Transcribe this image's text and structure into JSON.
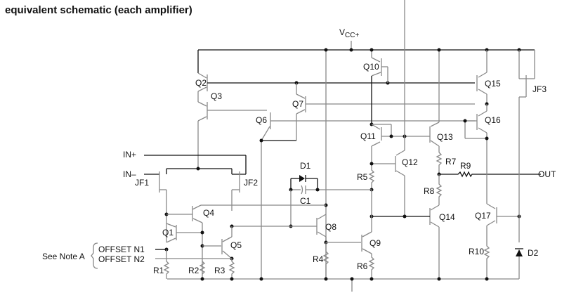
{
  "title": "equivalent schematic (each amplifier)",
  "supply": {
    "vcc": "V",
    "vcc_sub": "CC+"
  },
  "pins": {
    "in_plus": "IN+",
    "in_minus": "IN–",
    "out": "OUT",
    "offset_n1": "OFFSET N1",
    "offset_n2": "OFFSET N2",
    "note": "See Note A"
  },
  "transistors": {
    "q1": "Q1",
    "q2": "Q2",
    "q3": "Q3",
    "q4": "Q4",
    "q5": "Q5",
    "q6": "Q6",
    "q7": "Q7",
    "q8": "Q8",
    "q9": "Q9",
    "q10": "Q10",
    "q11": "Q11",
    "q12": "Q12",
    "q13": "Q13",
    "q14": "Q14",
    "q15": "Q15",
    "q16": "Q16",
    "q17": "Q17"
  },
  "jfets": {
    "jf1": "JF1",
    "jf2": "JF2",
    "jf3": "JF3"
  },
  "resistors": {
    "r1": "R1",
    "r2": "R2",
    "r3": "R3",
    "r4": "R4",
    "r5": "R5",
    "r6": "R6",
    "r7": "R7",
    "r8": "R8",
    "r9": "R9",
    "r10": "R10"
  },
  "diodes": {
    "d1": "D1",
    "d2": "D2"
  },
  "capacitors": {
    "c1": "C1"
  }
}
